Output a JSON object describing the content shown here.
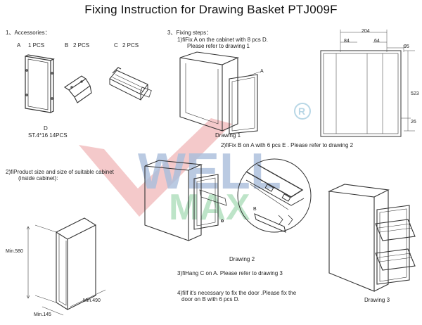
{
  "title": "Fixing Instruction for Drawing Basket PTJ009F",
  "accessories": {
    "heading": "1、Accessories：",
    "items": [
      {
        "letter": "A",
        "qty": "1 PCS"
      },
      {
        "letter": "B",
        "qty": "2 PCS"
      },
      {
        "letter": "C",
        "qty": "2 PCS"
      }
    ],
    "screw_letter": "D",
    "screw_spec": "ST.4*16  14PCS"
  },
  "size": {
    "heading_line1": "2)fiProduct size and size of suitable cabinet",
    "heading_line2": "(inside cabinet):",
    "min_height": "Min.580",
    "min_depth": "Min.490",
    "min_width": "Min.145"
  },
  "steps": {
    "heading": "3、Fixing steps：",
    "step1_line1": "1)fiFix A on the cabinet with 8 pcs D.",
    "step1_line2": "Please refer to drawing 1",
    "step2": "2)fiFix B on A with 6 pcs E . Please refer to drawing 2",
    "step3": "3)fiHang C on A. Please refer to drawing 3",
    "step4_line1": "4)fiIf  it's  necessary to fix the door .Please fix the",
    "step4_line2": "door on B with 6 pcs D."
  },
  "drawings": {
    "drawing1": "Drawing 1",
    "drawing2": "Drawing 2",
    "drawing3": "Drawing 3",
    "callout_a": "A",
    "callout_b": "B"
  },
  "dimensions": {
    "d204": "204",
    "d84": "84",
    "d64": "64",
    "d95": "95",
    "d523": "523",
    "d26": "26"
  },
  "watermark": {
    "brand": "WELLMAX",
    "registered": "®",
    "colors": {
      "red": "#e8a6a8",
      "blue": "#9fb6d6",
      "green": "#a7d9b5"
    }
  }
}
